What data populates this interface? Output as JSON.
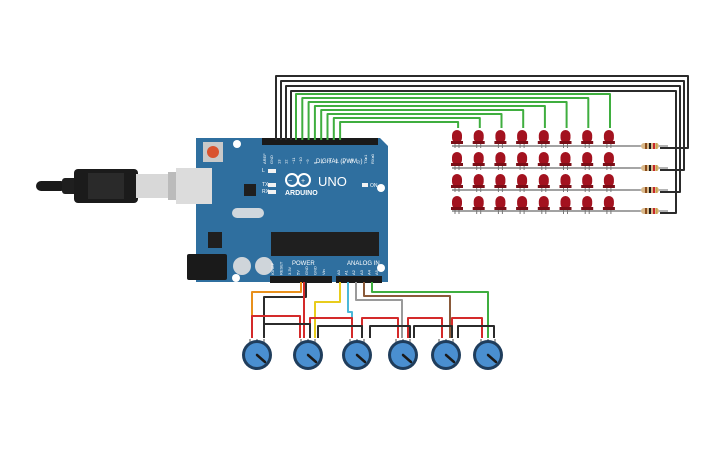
{
  "board": {
    "model": "UNO",
    "brand": "ARDUINO",
    "digital_label": "DIGITAL (PWM~)",
    "power_label": "POWER",
    "analog_label": "ANALOG IN",
    "on_label": "ON",
    "l_label": "L",
    "tx_label": "TX",
    "rx_label": "RX",
    "digital_pins": [
      "AREF",
      "GND",
      "13",
      "12",
      "~11",
      "~10",
      "~9",
      "8",
      "7",
      "~6",
      "~5",
      "4",
      "~3",
      "2",
      "TX▸1",
      "RX◂0"
    ],
    "power_pins": [
      "IOREF",
      "RESET",
      "3.3V",
      "5V",
      "GND",
      "GND",
      "Vin"
    ],
    "analog_pins": [
      "A0",
      "A1",
      "A2",
      "A3",
      "A4",
      "A5"
    ]
  },
  "led_matrix": {
    "rows": 4,
    "columns": 8,
    "color": "#a3121f"
  },
  "resistors": {
    "count": 4
  },
  "potentiometers": {
    "count": 6
  },
  "colors": {
    "board": "#2f6f9f",
    "wire_black": "#2b2b2b",
    "wire_green": "#3fae3f",
    "wire_red": "#d42a2a",
    "wire_orange": "#e8901c",
    "wire_yellow": "#e8cc1c",
    "wire_cyan": "#4bb8d8",
    "wire_gray": "#9a9a9a",
    "wire_brown": "#8a5a3a",
    "pot_body": "#4a8fd0"
  }
}
